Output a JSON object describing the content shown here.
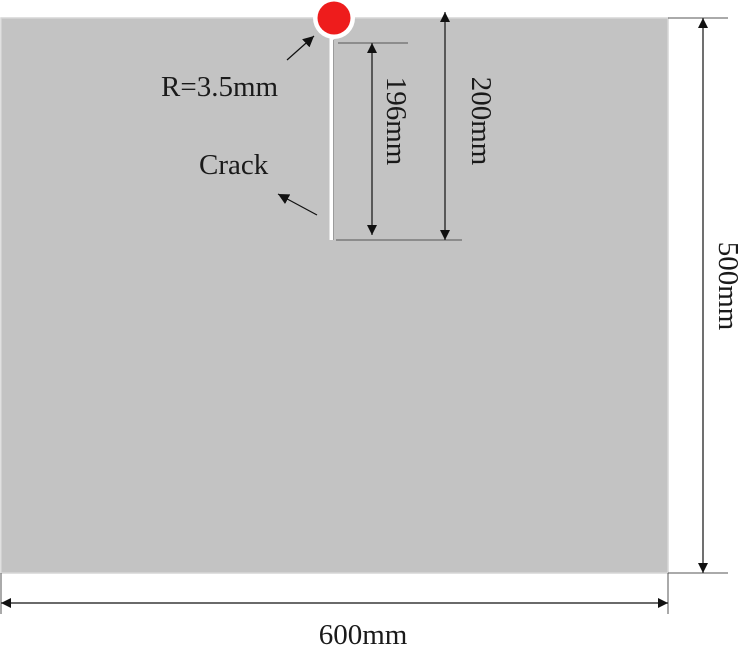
{
  "diagram": {
    "labels": {
      "radius": "R=3.5mm",
      "crack": "Crack",
      "crack_length": "196mm",
      "notch_depth": "200mm",
      "plate_height": "500mm",
      "plate_width": "600mm"
    },
    "colors": {
      "plate_fill": "#c3c3c3",
      "plate_edge": "#d6d6d6",
      "notch_marker": "#ee1c1c",
      "notch_ring": "#ffffff",
      "line": "#111111"
    }
  }
}
